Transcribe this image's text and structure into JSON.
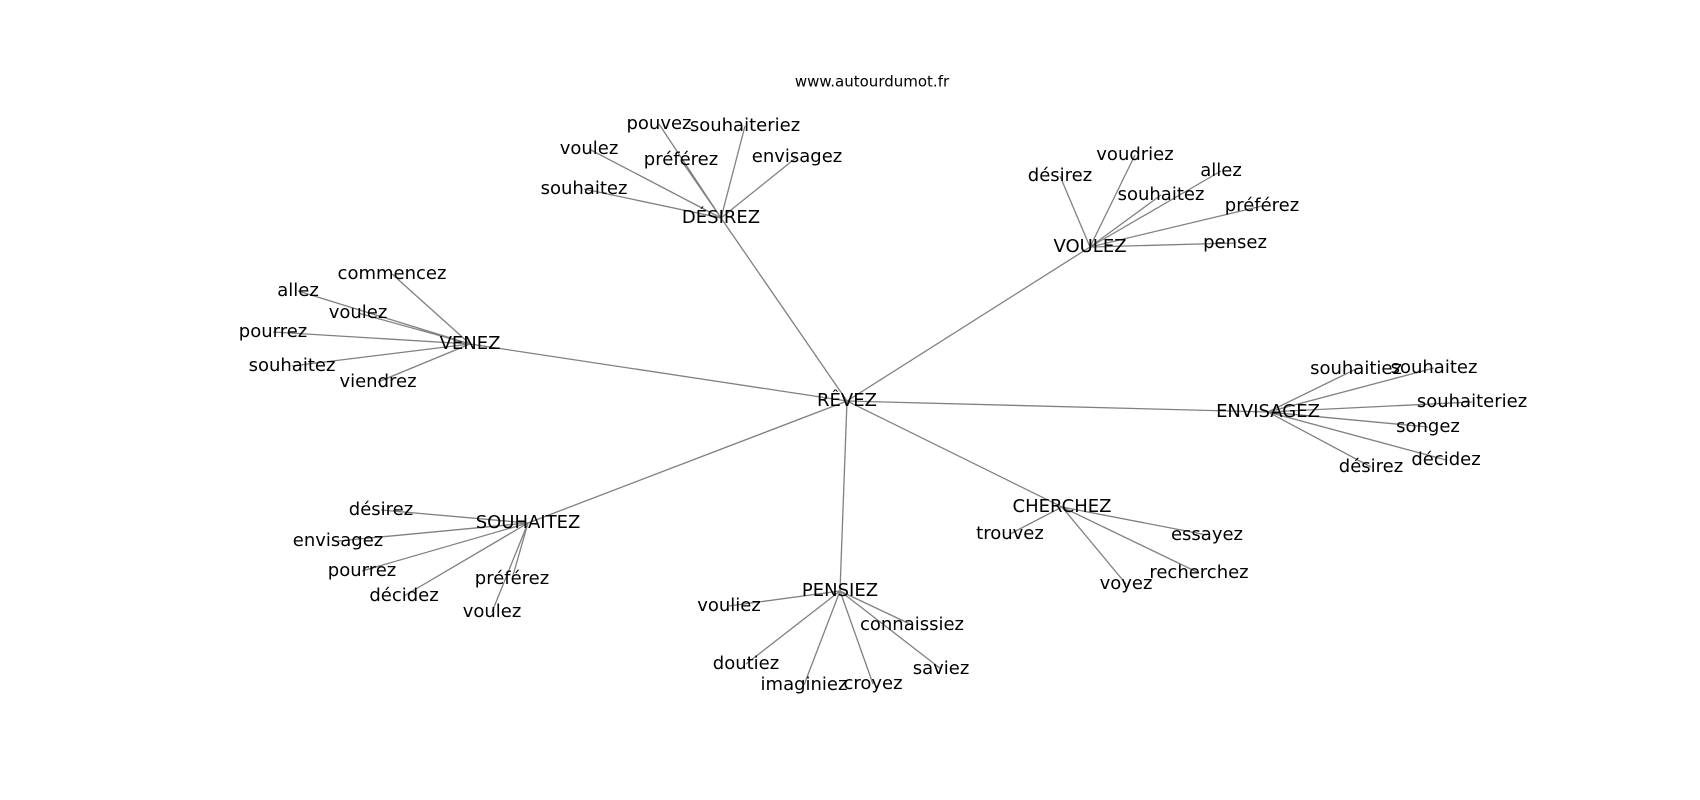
{
  "source": "www.autourdumot.fr",
  "colors": {
    "edge": "#808080",
    "text": "#000000",
    "background": "#ffffff"
  },
  "root": "RÊVEZ",
  "clusters": [
    {
      "hub": "DÉSIREZ",
      "words": [
        "pouvez",
        "souhaiteriez",
        "voulez",
        "préférez",
        "envisagez",
        "souhaitez"
      ]
    },
    {
      "hub": "VOULEZ",
      "words": [
        "voudriez",
        "désirez",
        "allez",
        "souhaitez",
        "préférez",
        "pensez"
      ]
    },
    {
      "hub": "VENEZ",
      "words": [
        "commencez",
        "allez",
        "voulez",
        "pourrez",
        "souhaitez",
        "viendrez"
      ]
    },
    {
      "hub": "ENVISAGEZ",
      "words": [
        "souhaitiez",
        "souhaitez",
        "souhaiteriez",
        "songez",
        "décidez",
        "désirez"
      ]
    },
    {
      "hub": "SOUHAITEZ",
      "words": [
        "désirez",
        "envisagez",
        "pourrez",
        "préférez",
        "décidez",
        "voulez"
      ]
    },
    {
      "hub": "CHERCHEZ",
      "words": [
        "trouvez",
        "essayez",
        "recherchez",
        "voyez"
      ]
    },
    {
      "hub": "PENSIEZ",
      "words": [
        "vouliez",
        "connaissiez",
        "doutiez",
        "saviez",
        "imaginiez",
        "croyez"
      ]
    }
  ]
}
